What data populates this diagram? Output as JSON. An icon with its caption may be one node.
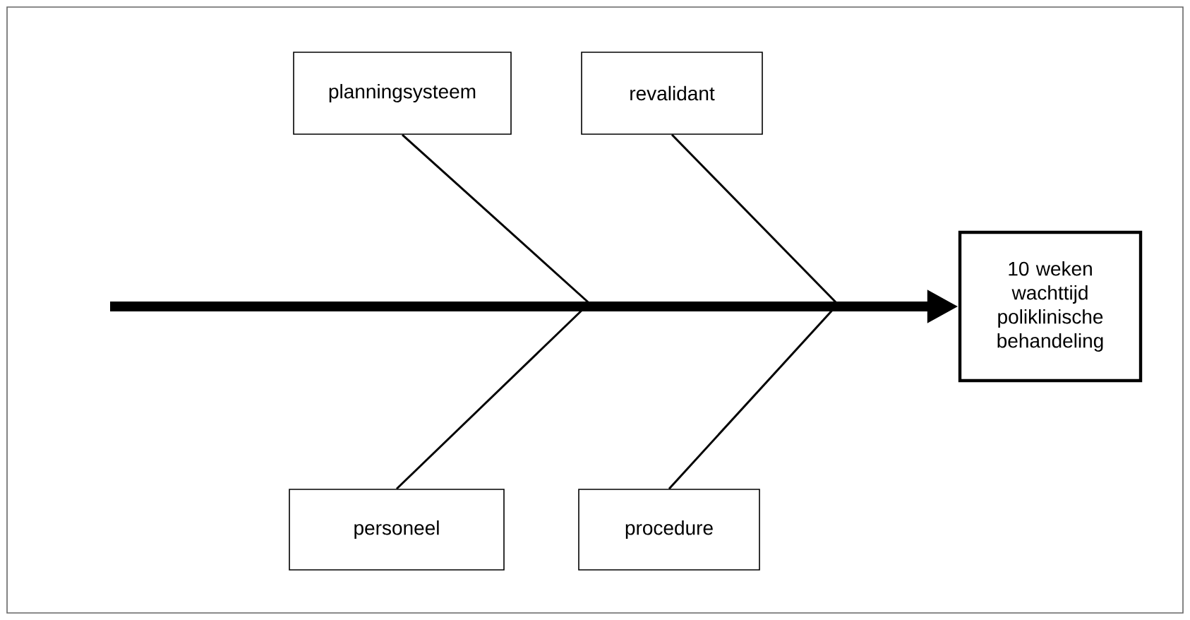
{
  "diagram": {
    "nodes": [
      {
        "text": [
          "planningsysteem"
        ]
      },
      {
        "text": [
          "revalidant"
        ]
      },
      {
        "text": [
          "personeel"
        ]
      },
      {
        "text": [
          "procedure"
        ]
      },
      {
        "text": [
          "10 weken wachttijd poliklinische behandeling"
        ]
      }
    ],
    "edges": [
      {
        "from": null,
        "to": 4,
        "arrow": "to",
        "style": "thick"
      },
      {
        "from": 0,
        "to": null,
        "arrow": "none"
      },
      {
        "from": 1,
        "to": null,
        "arrow": "none"
      },
      {
        "from": 2,
        "to": null,
        "arrow": "none"
      },
      {
        "from": 3,
        "to": null,
        "arrow": "none"
      }
    ]
  }
}
